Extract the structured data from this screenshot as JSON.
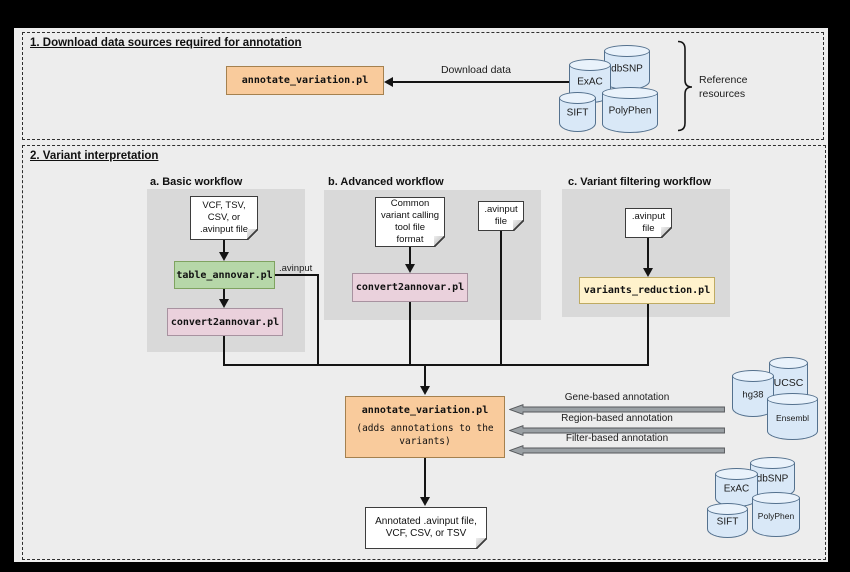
{
  "section1": {
    "title": "1. Download data sources required for annotation",
    "tool": "annotate_variation.pl",
    "download_label": "Download data",
    "reference_label": "Reference\nresources",
    "databases": {
      "exac": "ExAC",
      "dbsnp": "dbSNP",
      "sift": "SIFT",
      "polyphen": "PolyPhen"
    }
  },
  "section2": {
    "title": "2. Variant interpretation",
    "basic": {
      "title": "a. Basic workflow",
      "input_doc": "VCF, TSV,\nCSV, or\n.avinput file",
      "tool1": "table_annovar.pl",
      "branch_label": ".avinput",
      "tool2": "convert2annovar.pl"
    },
    "advanced": {
      "title": "b. Advanced workflow",
      "input_doc": "Common\nvariant calling\ntool file\nformat",
      "tool": "convert2annovar.pl",
      "side_doc": ".avinput\nfile"
    },
    "filtering": {
      "title": "c. Variant filtering workflow",
      "input_doc": ".avinput\nfile",
      "tool": "variants_reduction.pl"
    },
    "annotate": {
      "tool": "annotate_variation.pl",
      "subtitle": "(adds annotations to the\nvariants)"
    },
    "annotation_arrows": {
      "gene": "Gene-based annotation",
      "region": "Region-based annotation",
      "filter": "Filter-based annotation"
    },
    "gene_databases": {
      "hg38": "hg38",
      "ucsc": "UCSC",
      "ensembl": "Ensembl"
    },
    "output_doc": "Annotated .avinput file,\nVCF, CSV, or TSV",
    "filter_databases": {
      "exac": "ExAC",
      "dbsnp": "dbSNP",
      "sift": "SIFT",
      "polyphen": "PolyPhen"
    }
  },
  "colors": {
    "process_orange": "#f9cb9c",
    "process_green": "#b6d7a8",
    "process_pink": "#ead1dc",
    "process_yellow": "#fff2cc",
    "database_blue": "#d9e8f7",
    "panel_gray": "#d9d9d9"
  }
}
